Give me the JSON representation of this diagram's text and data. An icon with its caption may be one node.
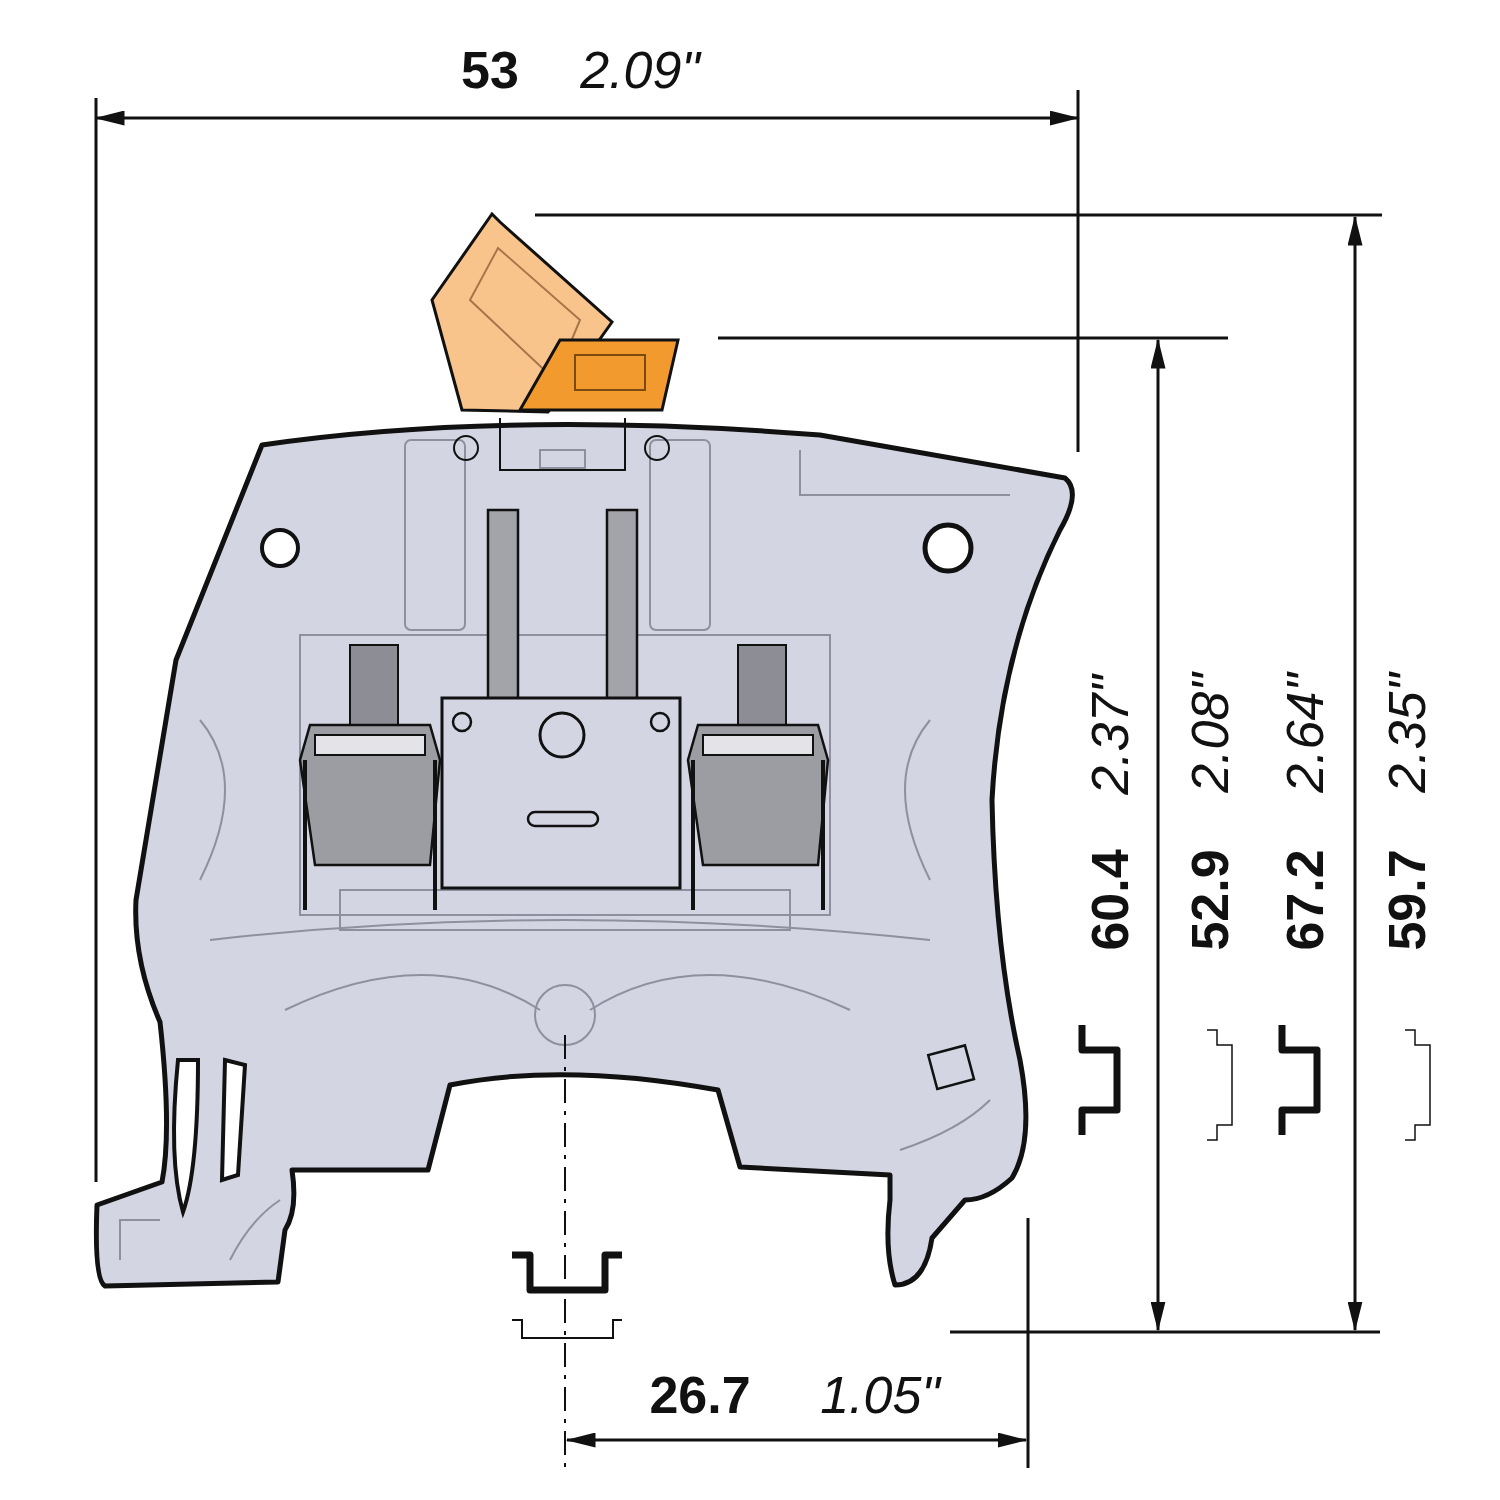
{
  "diagram": {
    "labels": [
      "53",
      "2.09\"",
      "60.4",
      "2.37\"",
      "52.9",
      "2.08\"",
      "67.2",
      "2.64\"",
      "59.7",
      "2.35\"",
      "26.7",
      "1.05\""
    ]
  }
}
